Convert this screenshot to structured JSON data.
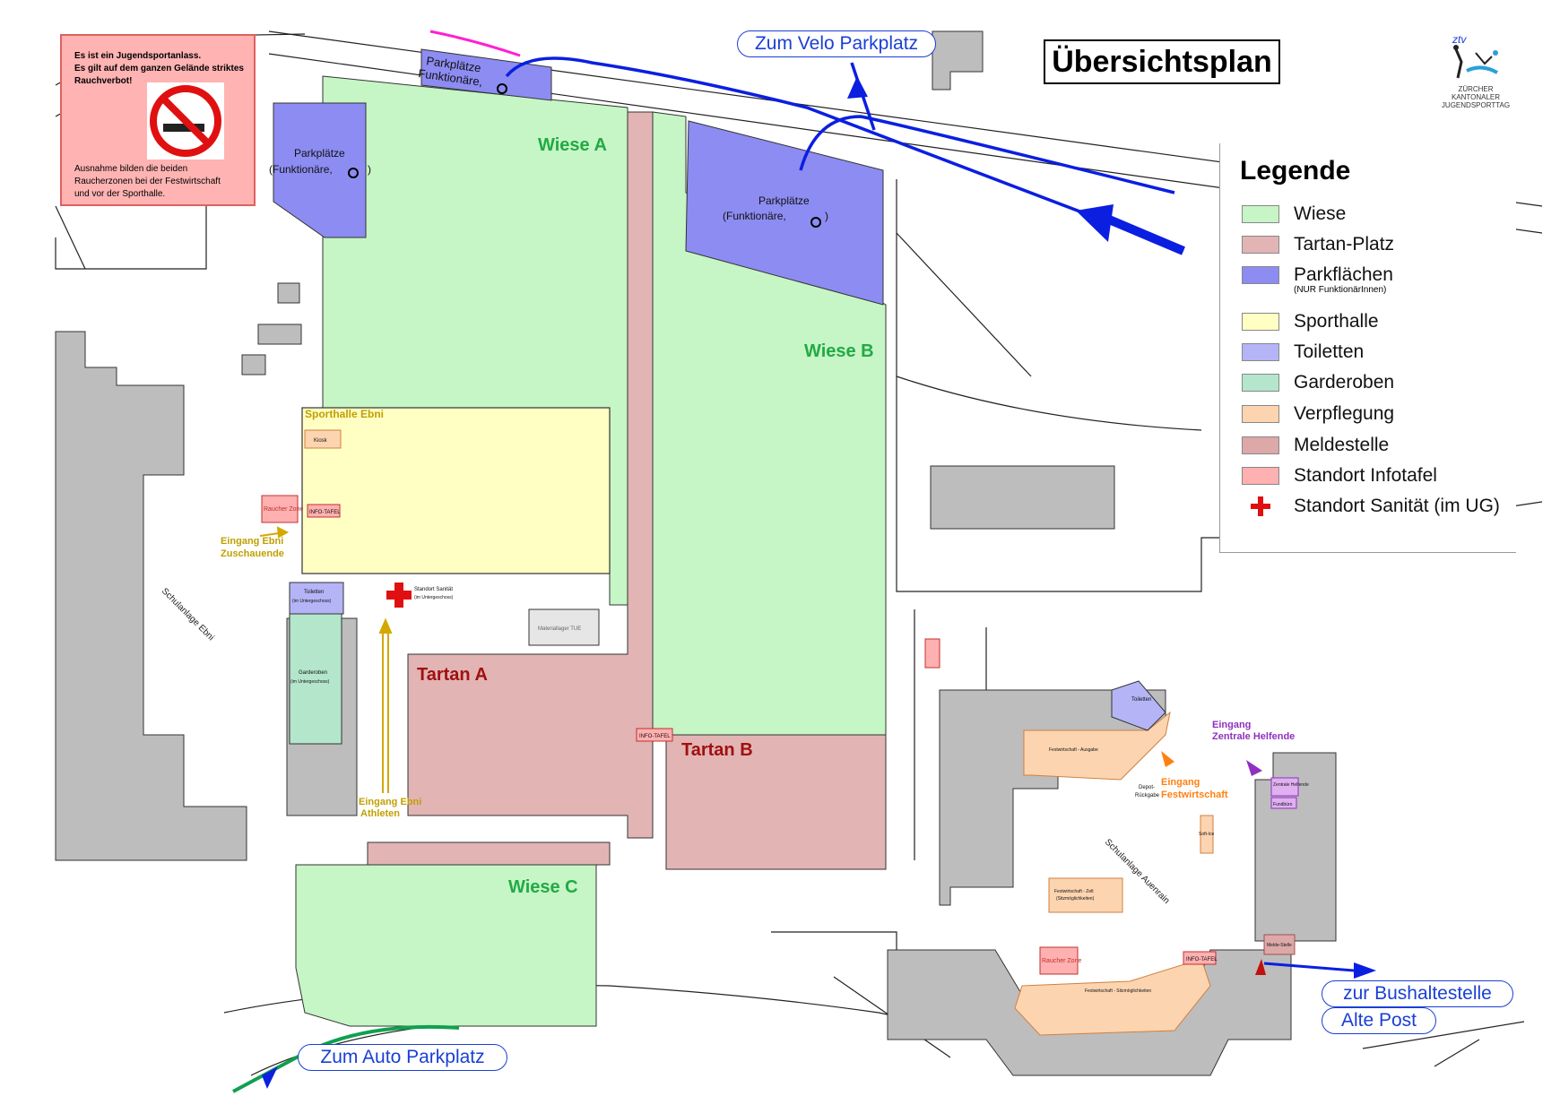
{
  "title": "Übersichtsplan",
  "logo": {
    "abbr": "ztv",
    "line1": "ZÜRCHER",
    "line2": "KANTONALER",
    "line3": "JUGENDSPORTTAG"
  },
  "smoking_notice": {
    "line1": "Es ist ein Jugendsportanlass.",
    "line2": "Es gilt auf dem ganzen Gelände striktes",
    "line3": "Rauchverbot!",
    "exception1": "Ausnahme bilden die beiden",
    "exception2": "Raucherzonen bei der Festwirtschaft",
    "exception3": "und vor der Sporthalle."
  },
  "legend": {
    "title": "Legende",
    "items": [
      {
        "label": "Wiese",
        "color": "#c6f5c6"
      },
      {
        "label": "Tartan-Platz",
        "color": "#e2b4b4"
      },
      {
        "label": "Parkflächen",
        "color": "#8c8cf2",
        "sub": "(NUR FunktionärInnen)"
      },
      {
        "label": "Sporthalle",
        "color": "#ffffc4"
      },
      {
        "label": "Toiletten",
        "color": "#b4b4f6"
      },
      {
        "label": "Garderoben",
        "color": "#b4e6cc"
      },
      {
        "label": "Verpflegung",
        "color": "#fcd4b0"
      },
      {
        "label": "Meldestelle",
        "color": "#dca8a8"
      },
      {
        "label": "Standort Infotafel",
        "color": "#ffb0b0"
      },
      {
        "label": "Standort Sanität (im UG)",
        "color": "#e01010"
      }
    ]
  },
  "areas": {
    "wiese_a": "Wiese A",
    "wiese_b": "Wiese B",
    "wiese_c": "Wiese C",
    "tartan_a": "Tartan A",
    "tartan_b": "Tartan B",
    "sporthalle": "Sporthalle Ebni",
    "parking_top_1": "Parkplätze",
    "parking_top_2": "Funktionäre,",
    "parking_left_1": "Parkplätze",
    "parking_left_2": "(Funktionäre,",
    "parking_left_3": ")",
    "parking_mid_1": "Parkplätze",
    "parking_mid_2": "(Funktionäre,",
    "parking_mid_3": ")",
    "kiosk": "Kiosk",
    "info_tafel": "INFO-TAFEL",
    "raucher_zone": "Raucher Zone",
    "toiletten": "Toiletten",
    "im_ug": "(im Untergeschoss)",
    "garderoben": "Garderoben",
    "sanitaet_1": "Standort Sanität",
    "sanitaet_2": "(im Untergeschoss)",
    "materiallager": "Materiallager TUE",
    "eingang_zuschauende_1": "Eingang Ebni",
    "eingang_zuschauende_2": "Zuschauende",
    "eingang_athleten_1": "Eingang Ebni",
    "eingang_athleten_2": "Athleten",
    "schulanlage_ebni": "Schulanlage Ebni",
    "schulanlage_auenrain": "Schulanlage Auenrain",
    "festwirtschaft_ausgabe": "Festwirtschaft - Ausgabe",
    "depot": "Depot-",
    "rueckgabe": "Rückgabe",
    "eingang_festwirtschaft_1": "Eingang",
    "eingang_festwirtschaft_2": "Festwirtschaft",
    "eingang_zentrale_1": "Eingang",
    "eingang_zentrale_2": "Zentrale Helfende",
    "zentrale_helfende": "Zentrale Helfende",
    "fundbuero": "Fundbüro",
    "soft_ice": "Soft-Ice",
    "festwirtschaft_zelt_1": "Festwirtschaft - Zelt",
    "festwirtschaft_zelt_2": "(Sitzmöglichkeiten)",
    "festwirtschaft_sitz": "Festwirtschaft - Sitzmöglichkeiten",
    "meldestelle": "Melde-Stelle",
    "toiletten_right": "Toiletten"
  },
  "directions": {
    "velo": "Zum Velo Parkplatz",
    "auto": "Zum Auto Parkplatz",
    "bus_1": "zur Bushaltestelle",
    "bus_2": "Alte Post"
  }
}
